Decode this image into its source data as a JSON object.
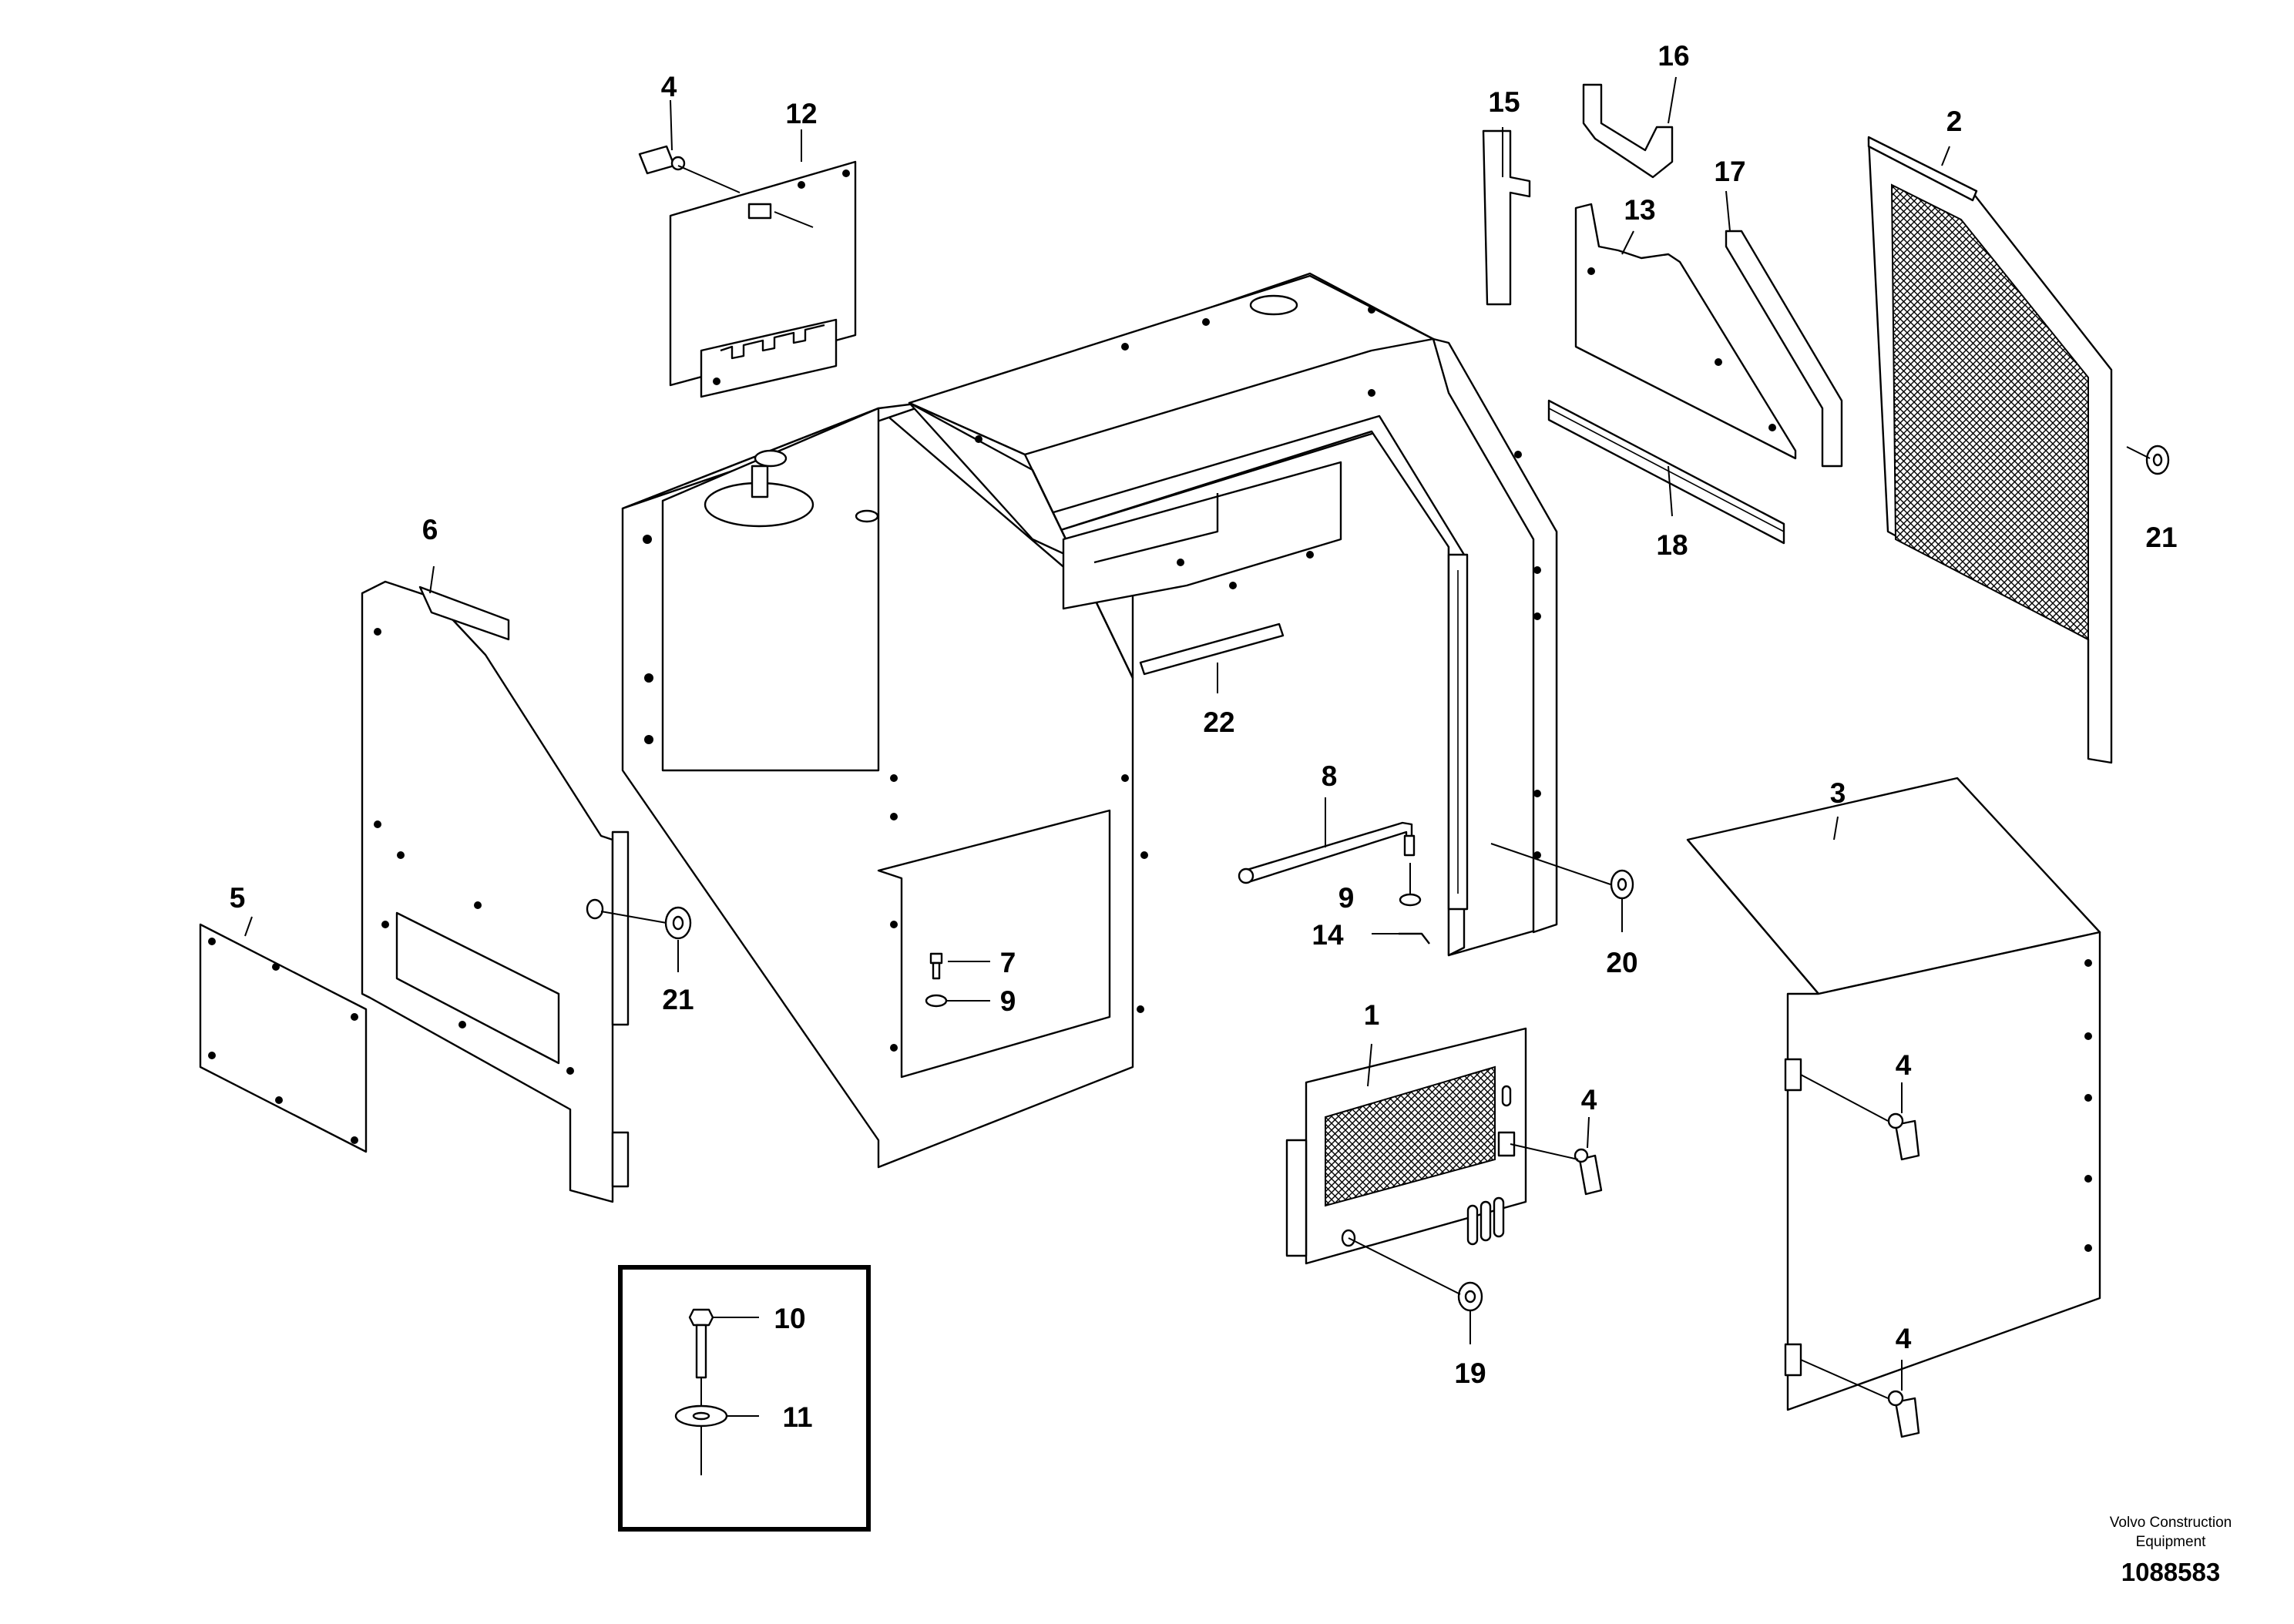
{
  "diagram": {
    "callouts": [
      "1",
      "2",
      "3",
      "4",
      "5",
      "6",
      "7",
      "8",
      "9",
      "10",
      "11",
      "12",
      "13",
      "14",
      "15",
      "16",
      "17",
      "18",
      "19",
      "20",
      "21",
      "22"
    ]
  },
  "footer": {
    "maker_line1": "Volvo Construction",
    "maker_line2": "Equipment",
    "document_number": "1088583"
  }
}
